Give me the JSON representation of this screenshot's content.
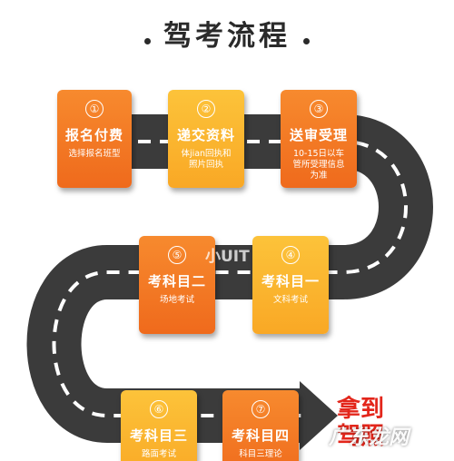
{
  "title": "驾考流程",
  "steps": [
    {
      "num": "①",
      "name": "报名付费",
      "desc": "选择报名班型"
    },
    {
      "num": "②",
      "name": "递交资料",
      "desc": "体jian回执和\n照片回执"
    },
    {
      "num": "③",
      "name": "送审受理",
      "desc": "10-15日以车\n管所受理信息\n为准"
    },
    {
      "num": "④",
      "name": "考科目一",
      "desc": "文科考试"
    },
    {
      "num": "⑤",
      "name": "考科目二",
      "desc": "场地考试"
    },
    {
      "num": "⑥",
      "name": "考科目三",
      "desc": "路面考试"
    },
    {
      "num": "⑦",
      "name": "考科目四",
      "desc": "科目三理论"
    }
  ],
  "final": "拿到\n驾照",
  "watermarks": {
    "center": "小UIT",
    "corner": "广东龙网"
  },
  "colors": {
    "orange": "#ef6a1c",
    "yellow": "#f9a825",
    "road": "#3b3b3b",
    "final_text": "#e3261b"
  }
}
